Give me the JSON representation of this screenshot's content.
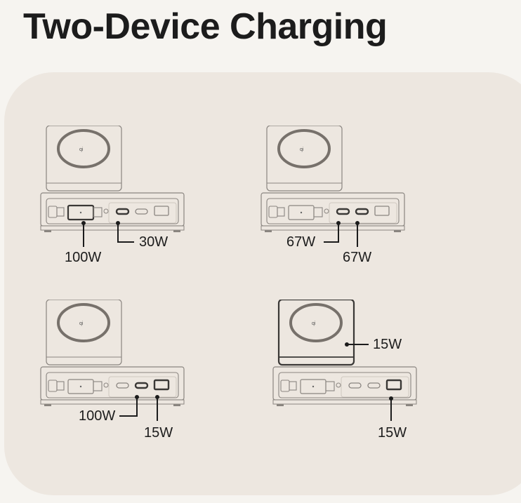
{
  "title": "Two-Device Charging",
  "colors": {
    "background": "#f6f4f0",
    "panel": "#ede7e0",
    "line": "#8a8580",
    "highlight": "#3a3836"
  },
  "scenarios": [
    {
      "labels": [
        "100W",
        "30W"
      ],
      "active": [
        "plug",
        "port1"
      ]
    },
    {
      "labels": [
        "67W",
        "67W"
      ],
      "active": [
        "port1",
        "port2"
      ]
    },
    {
      "labels": [
        "100W",
        "15W"
      ],
      "active": [
        "port2",
        "usba"
      ]
    },
    {
      "labels": [
        "15W",
        "15W"
      ],
      "active": [
        "pad",
        "usba"
      ]
    }
  ]
}
